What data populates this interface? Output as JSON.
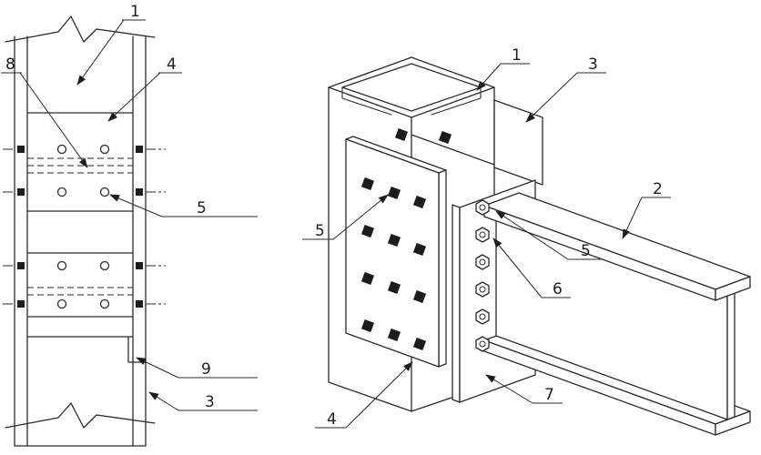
{
  "colors": {
    "background": "#ffffff",
    "line": "#2a2a2a"
  },
  "left_view": {
    "labels": {
      "n1": "1",
      "n8": "8",
      "n4": "4",
      "n5": "5",
      "n9": "9",
      "n3": "3"
    }
  },
  "right_view": {
    "labels": {
      "n1": "1",
      "n3": "3",
      "n2": "2",
      "n5_left": "5",
      "n5_right": "5",
      "n6": "6",
      "n4": "4",
      "n7": "7"
    }
  }
}
